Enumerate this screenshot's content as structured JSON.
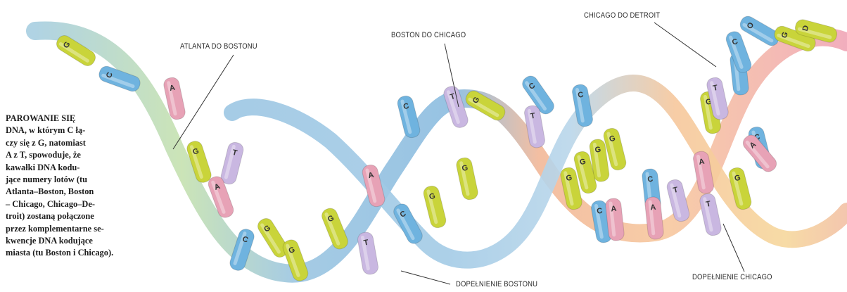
{
  "caption_lines": [
    "PAROWANIE SIĘ",
    "DNA, w którym C łą-",
    "czy się z G, natomiast",
    "A z T, spowoduje, że",
    "kawałki DNA kodu-",
    "jące numery lotów (tu",
    "Atlanta–Boston, Boston",
    "– Chicago, Chicago–De-",
    "troit) zostaną połączone",
    "przez komplementarne se-",
    "kwencje DNA kodujące",
    "miasta (tu Boston i Chicago)."
  ],
  "labels": {
    "atlanta_boston": "ATLANTA DO BOSTONU",
    "boston_chicago": "BOSTON DO CHICAGO",
    "chicago_detroit": "CHICAGO DO DETROIT",
    "dopelnienie_bostonu": "DOPEŁNIENIE BOSTONU",
    "dopelnienie_chicago": "DOPEŁNIENIE CHICAGO"
  },
  "bases": [
    "G",
    "C",
    "A",
    "G",
    "T",
    "A",
    "G",
    "G",
    "C",
    "G",
    "A",
    "T",
    "C",
    "G",
    "T",
    "G",
    "C",
    "G",
    "C",
    "T",
    "C",
    "G",
    "G",
    "G",
    "G",
    "C",
    "A",
    "C",
    "A",
    "T",
    "A",
    "T",
    "C",
    "G",
    "C",
    "G",
    "C",
    "A",
    "O",
    "G",
    "D",
    "T"
  ],
  "base_colors": {
    "G": "#c9d43a",
    "C": "#6fb3df",
    "A": "#e7a2b6",
    "T": "#c9b7e1",
    "O": "#6fb3df",
    "D": "#c9d43a"
  }
}
